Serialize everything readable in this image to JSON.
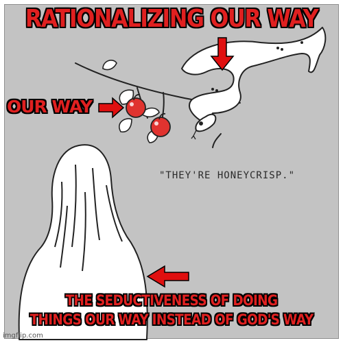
{
  "captions": {
    "top": "RATIONALIZING OUR WAY",
    "side": "OUR WAY",
    "bottom_line1": "THE SEDUCTIVENESS OF DOING",
    "bottom_line2": "THINGS OUR WAY INSTEAD OF GOD'S WAY"
  },
  "comic": {
    "quote": "\"THEY'RE HONEYCRISP.\""
  },
  "watermark": "imgflip.com",
  "icons": {
    "arrows": [
      "arrow-down-icon",
      "arrow-right-icon",
      "arrow-left-icon"
    ],
    "figures": [
      "snake",
      "branch",
      "apples",
      "woman-silhouette"
    ]
  },
  "colors": {
    "caption_fill": "#e02020",
    "caption_outline": "#000000",
    "panel_background": "#c3c3c3",
    "apple": "#e0332f",
    "arrow": "#e01010"
  }
}
